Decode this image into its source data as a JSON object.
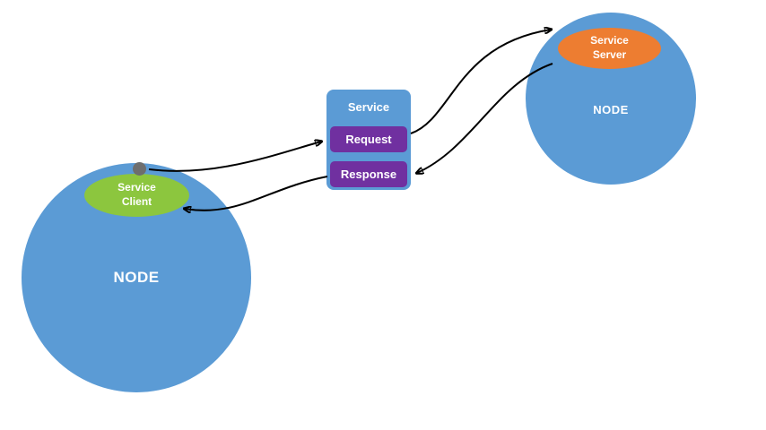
{
  "diagram": {
    "left_node": {
      "label": "NODE"
    },
    "right_node": {
      "label": "NODE"
    },
    "service_client": {
      "line1": "Service",
      "line2": "Client"
    },
    "service_server": {
      "line1": "Service",
      "line2": "Server"
    },
    "service_box": {
      "title": "Service",
      "request_label": "Request",
      "response_label": "Response"
    },
    "colors": {
      "node_blue": "#5b9bd5",
      "client_green": "#8cc63e",
      "server_orange": "#ed7d31",
      "action_purple": "#7030a0",
      "dot_gray": "#6e6e6e",
      "arrow_black": "#000000",
      "background": "#ffffff"
    }
  }
}
